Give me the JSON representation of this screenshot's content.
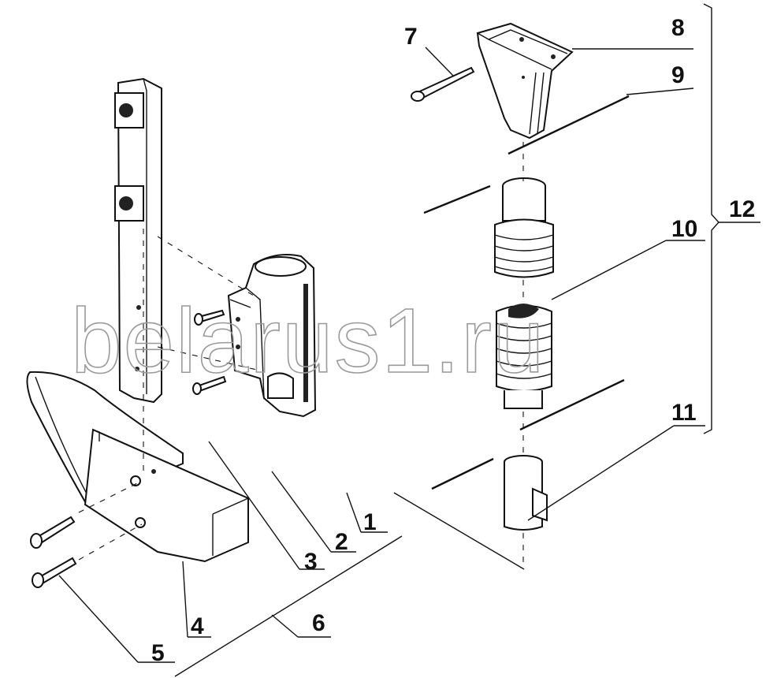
{
  "watermark": "belarus1.ru",
  "callouts": [
    {
      "id": "part-1",
      "text": "1"
    },
    {
      "id": "part-2",
      "text": "2"
    },
    {
      "id": "part-3",
      "text": "3"
    },
    {
      "id": "part-4",
      "text": "4"
    },
    {
      "id": "part-5",
      "text": "5"
    },
    {
      "id": "part-6",
      "text": "6"
    },
    {
      "id": "part-7",
      "text": "7"
    },
    {
      "id": "part-8",
      "text": "8"
    },
    {
      "id": "part-9",
      "text": "9"
    },
    {
      "id": "part-10",
      "text": "10"
    },
    {
      "id": "part-11",
      "text": "11"
    },
    {
      "id": "part-12",
      "text": "12"
    }
  ]
}
